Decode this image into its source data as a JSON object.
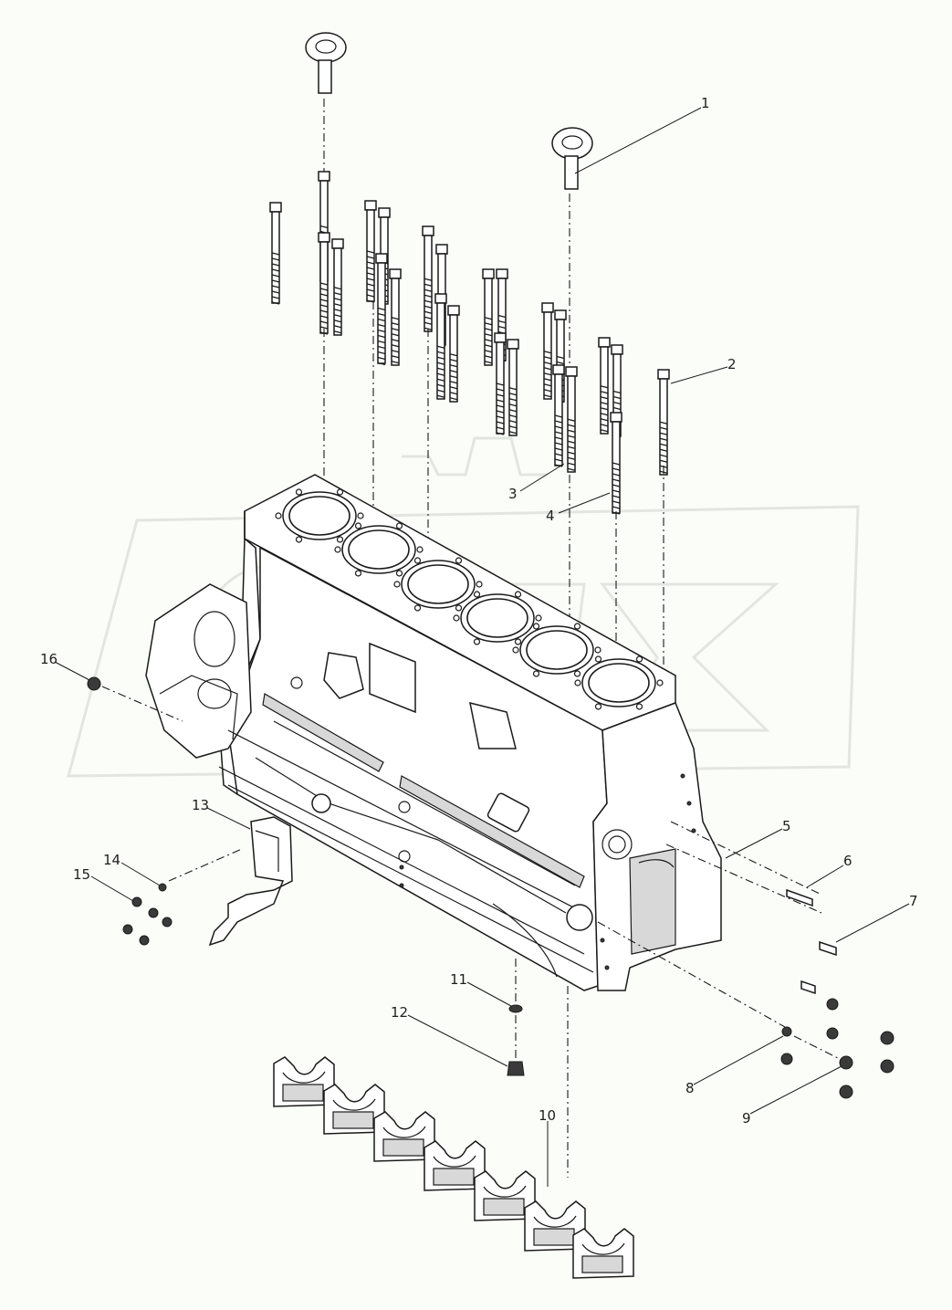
{
  "figure": {
    "watermark_color": "#e6e9e4",
    "line_color": "#1a1a1a",
    "background_color": "#fbfdf9"
  },
  "callouts": [
    {
      "number": "1",
      "part": "lifting-eye"
    },
    {
      "number": "2",
      "part": "cylinder-head-bolt"
    },
    {
      "number": "3",
      "part": "cylinder-head-bolt-short"
    },
    {
      "number": "4",
      "part": "cylinder-head-bolt-long"
    },
    {
      "number": "5",
      "part": "cylinder-block"
    },
    {
      "number": "6",
      "part": "dowel-pin-pair"
    },
    {
      "number": "7",
      "part": "dowel-pin"
    },
    {
      "number": "8",
      "part": "plug-small"
    },
    {
      "number": "9",
      "part": "plug-large"
    },
    {
      "number": "10",
      "part": "main-bearing-cap"
    },
    {
      "number": "11",
      "part": "washer"
    },
    {
      "number": "12",
      "part": "drain-plug"
    },
    {
      "number": "13",
      "part": "bracket"
    },
    {
      "number": "14",
      "part": "washer-small"
    },
    {
      "number": "15",
      "part": "nut"
    },
    {
      "number": "16",
      "part": "plug"
    }
  ]
}
